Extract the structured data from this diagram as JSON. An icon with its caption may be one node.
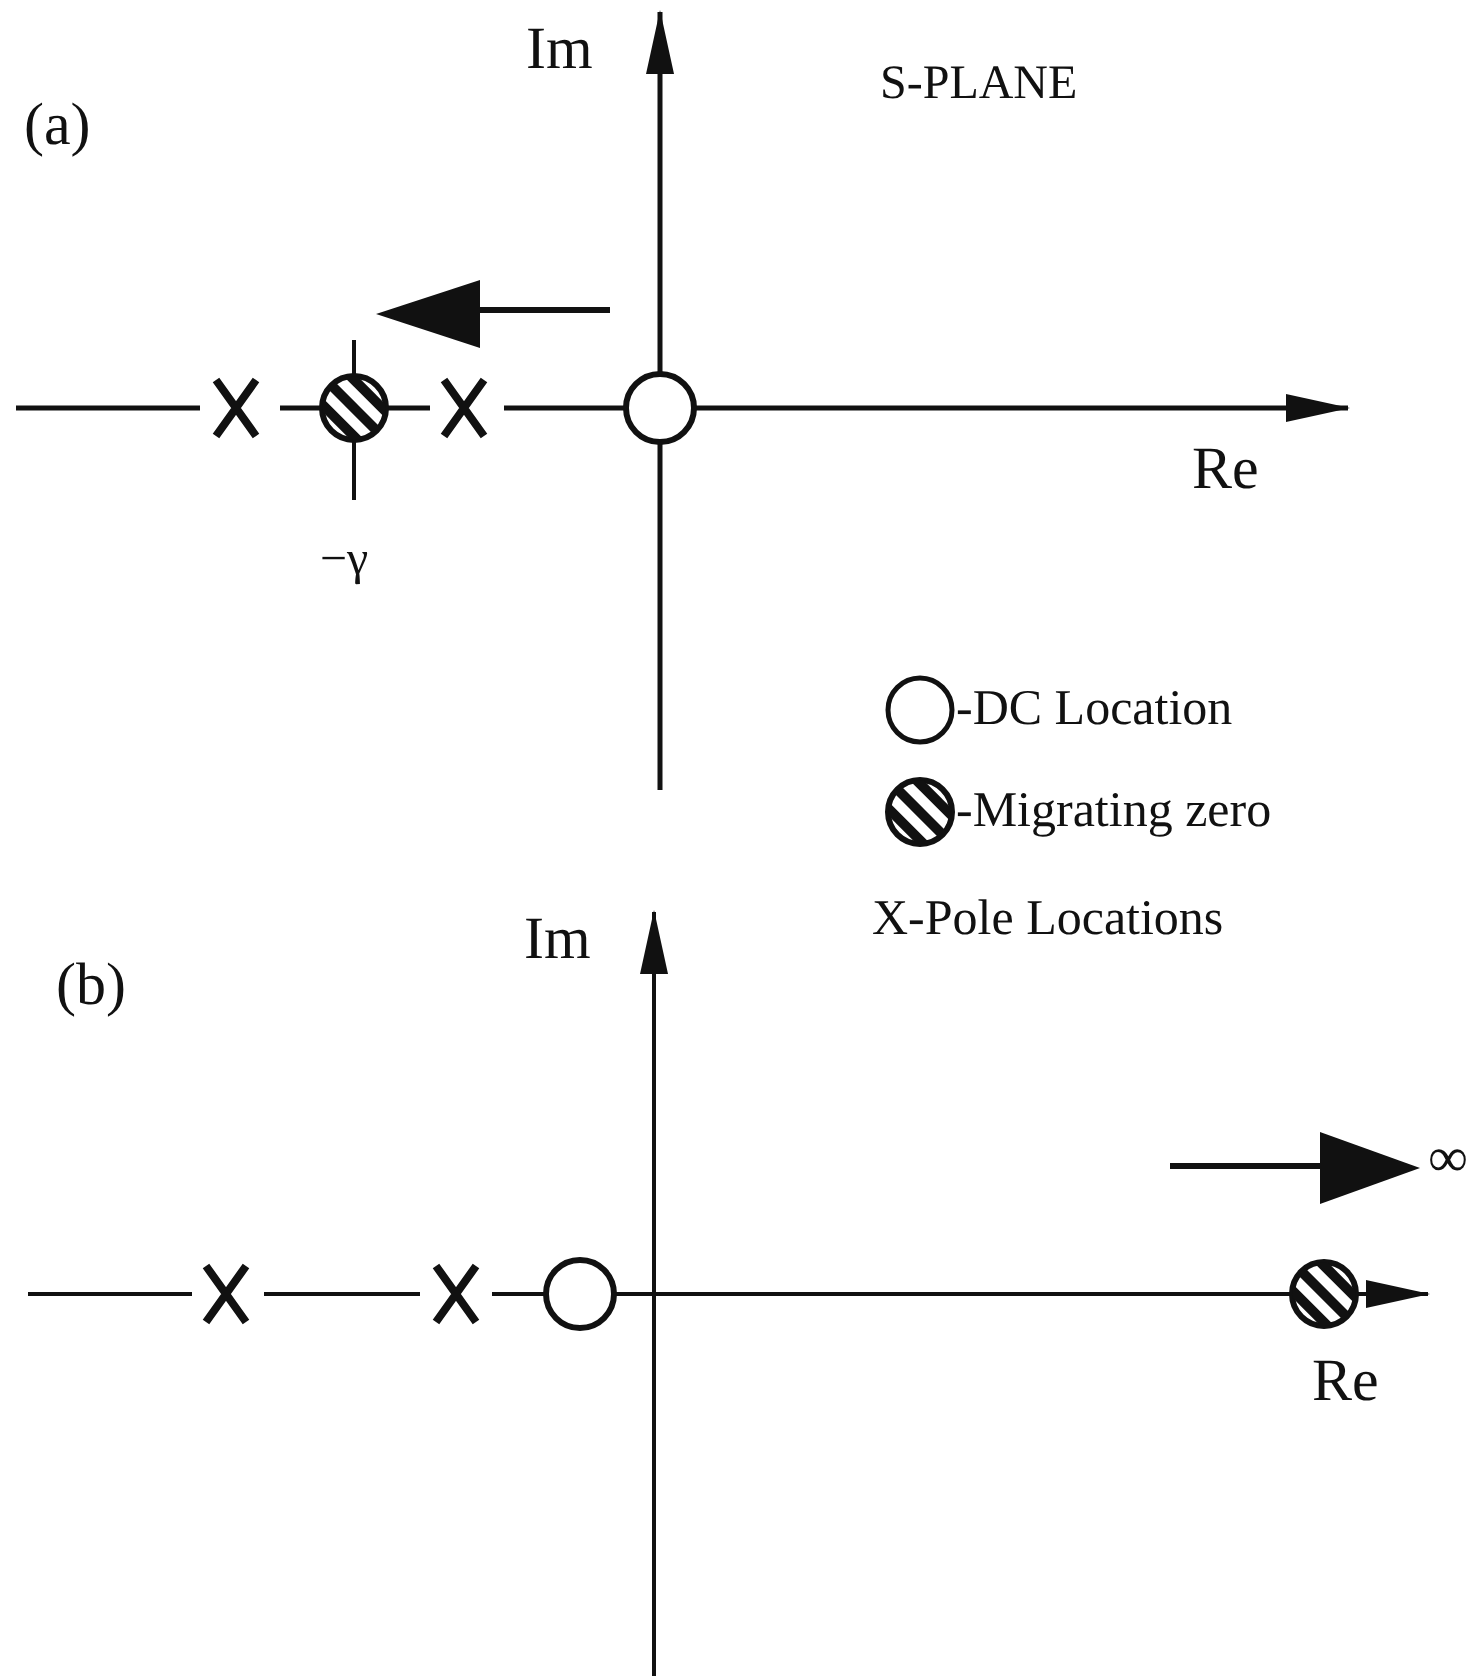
{
  "diagram": {
    "title": "S-PLANE",
    "labels": [
      "(a)",
      "Im",
      "Re",
      "−γ",
      "(b)",
      "Im",
      "∞",
      "Re"
    ],
    "legend": [
      {
        "text": "-DC Location"
      },
      {
        "text": "-Migrating zero"
      },
      {
        "text": "X-Pole Locations"
      }
    ]
  }
}
